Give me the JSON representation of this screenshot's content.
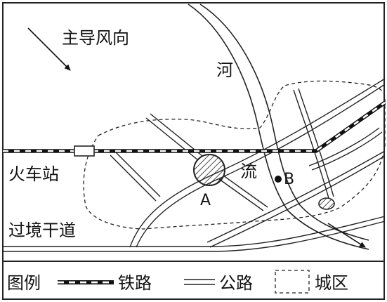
{
  "map": {
    "wind_label": "主导风向",
    "river_label_1": "河",
    "river_label_2": "流",
    "station_label": "火车站",
    "highway_label": "过境干道",
    "point_a_label": "A",
    "point_b_label": "B"
  },
  "legend": {
    "title": "图例",
    "railway_label": "铁路",
    "road_label": "公路",
    "city_label": "城区"
  }
}
